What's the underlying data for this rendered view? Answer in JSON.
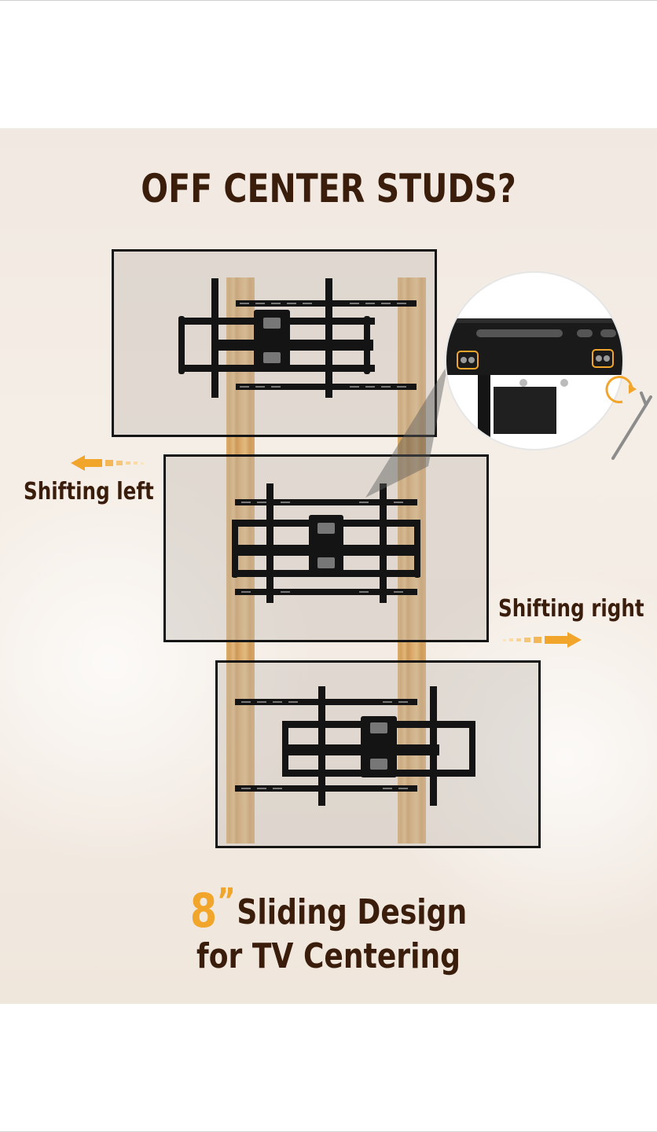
{
  "heading": "OFF CENTER STUDS?",
  "labels": {
    "shift_left": "Shifting left",
    "shift_right": "Shifting right"
  },
  "tagline": {
    "size_number": "8",
    "size_unit": "”",
    "line1": "Sliding Design",
    "line2": "for TV Centering"
  },
  "colors": {
    "heading": "#3a1d0b",
    "accent_orange": "#f1a52b",
    "background": "#f3ece4",
    "stud_wood": "#d6a25e",
    "mount_black": "#141414"
  },
  "icons": [
    "arrow-left-icon",
    "arrow-right-icon",
    "rotate-arrow-icon",
    "hex-key-icon"
  ]
}
